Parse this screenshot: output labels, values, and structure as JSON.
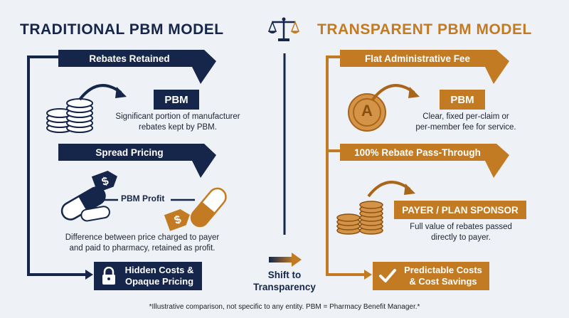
{
  "left": {
    "title": "TRADITIONAL PBM MODEL",
    "banner1": "Rebates Retained",
    "box1": "PBM",
    "desc1": [
      "Significant portion of manufacturer",
      "rebates kept by PBM."
    ],
    "banner2": "Spread Pricing",
    "profit_label": "PBM Profit",
    "desc2": [
      "Difference between price charged to payer",
      "and paid to pharmacy, retained as profit."
    ],
    "bottom_box": [
      "Hidden Costs &",
      "Opaque Pricing"
    ]
  },
  "right": {
    "title": "TRANSPARENT PBM MODEL",
    "banner1": "Flat Administrative Fee",
    "coin_letter": "A",
    "box1": "PBM",
    "desc1": [
      "Clear, fixed per-claim or",
      "per-member fee for service."
    ],
    "banner2": "100% Rebate Pass-Through",
    "box2": "PAYER / PLAN SPONSOR",
    "desc2": [
      "Full value of rebates passed",
      "directly to payer."
    ],
    "bottom_box": [
      "Predictable Costs",
      "& Cost Savings"
    ]
  },
  "center": {
    "label": [
      "Shift to",
      "Transparency"
    ]
  },
  "footnote": "*Illustrative comparison, not specific to any entity. PBM = Pharmacy Benefit Manager.*",
  "colors": {
    "navy": "#16264a",
    "gold": "#c27b22",
    "background": "#eef1f5"
  },
  "icons": [
    "scale-icon",
    "coin-stack-icon",
    "pill-icon",
    "price-tag-icon",
    "lock-icon",
    "coin-a-icon",
    "checkmark-icon",
    "curved-arrow-icon"
  ]
}
